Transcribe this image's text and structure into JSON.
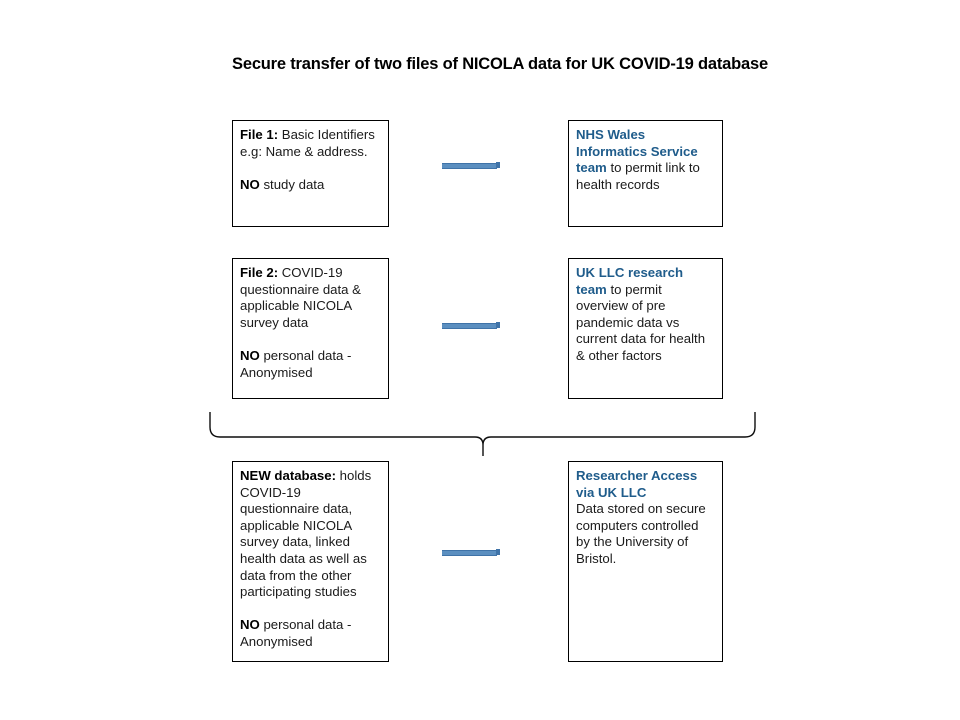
{
  "diagram": {
    "title": "Secure transfer of two files of NICOLA data for UK COVID-19 database",
    "accent_color": "#1f5c8b",
    "arrow_color": "#5b8fc0",
    "border_color": "#000000",
    "background_color": "#ffffff"
  },
  "rows": [
    {
      "id": "row-1",
      "source": {
        "name": "file-1-box",
        "lead": "File 1:",
        "lead_style": "bold-black",
        "lead_text": " Basic Identifiers",
        "line2": "e.g:  Name & address.",
        "emphasis": "NO",
        "emphasis_text": " study data"
      },
      "arrow": {
        "name": "arrow-file-1-to-nhs-wales",
        "label": ""
      },
      "target": {
        "name": "nhs-wales-box",
        "heading": "NHS Wales Informatics Service team",
        "body": " to permit link to health records"
      }
    },
    {
      "id": "row-2",
      "source": {
        "name": "file-2-box",
        "lead": "File 2:",
        "lead_style": "bold-black",
        "lead_text": " COVID-19 questionnaire data & applicable NICOLA survey data",
        "emphasis": "NO",
        "emphasis_text": " personal data  - Anonymised"
      },
      "arrow": {
        "name": "arrow-file-2-to-uk-llc",
        "label": ""
      },
      "target": {
        "name": "uk-llc-research-box",
        "heading": "UK LLC research team",
        "body": " to permit overview of pre pandemic data vs current data for health & other factors"
      }
    },
    {
      "id": "row-3",
      "source": {
        "name": "new-database-box",
        "lead": "NEW database:",
        "lead_style": "bold-black",
        "lead_text": "  holds COVID-19 questionnaire data, applicable NICOLA survey data, linked health data as well as data from the other participating studies",
        "emphasis": "NO",
        "emphasis_text": " personal data  - Anonymised"
      },
      "arrow": {
        "name": "arrow-new-database-to-researcher-access",
        "label": ""
      },
      "target": {
        "name": "researcher-access-box",
        "heading": "Researcher Access via UK LLC",
        "body": "Data stored on secure computers controlled by the University of Bristol."
      }
    }
  ],
  "connector": {
    "name": "merge-brace-connector",
    "description": "curly brace joining row 1 and row 2 down into row 3"
  }
}
